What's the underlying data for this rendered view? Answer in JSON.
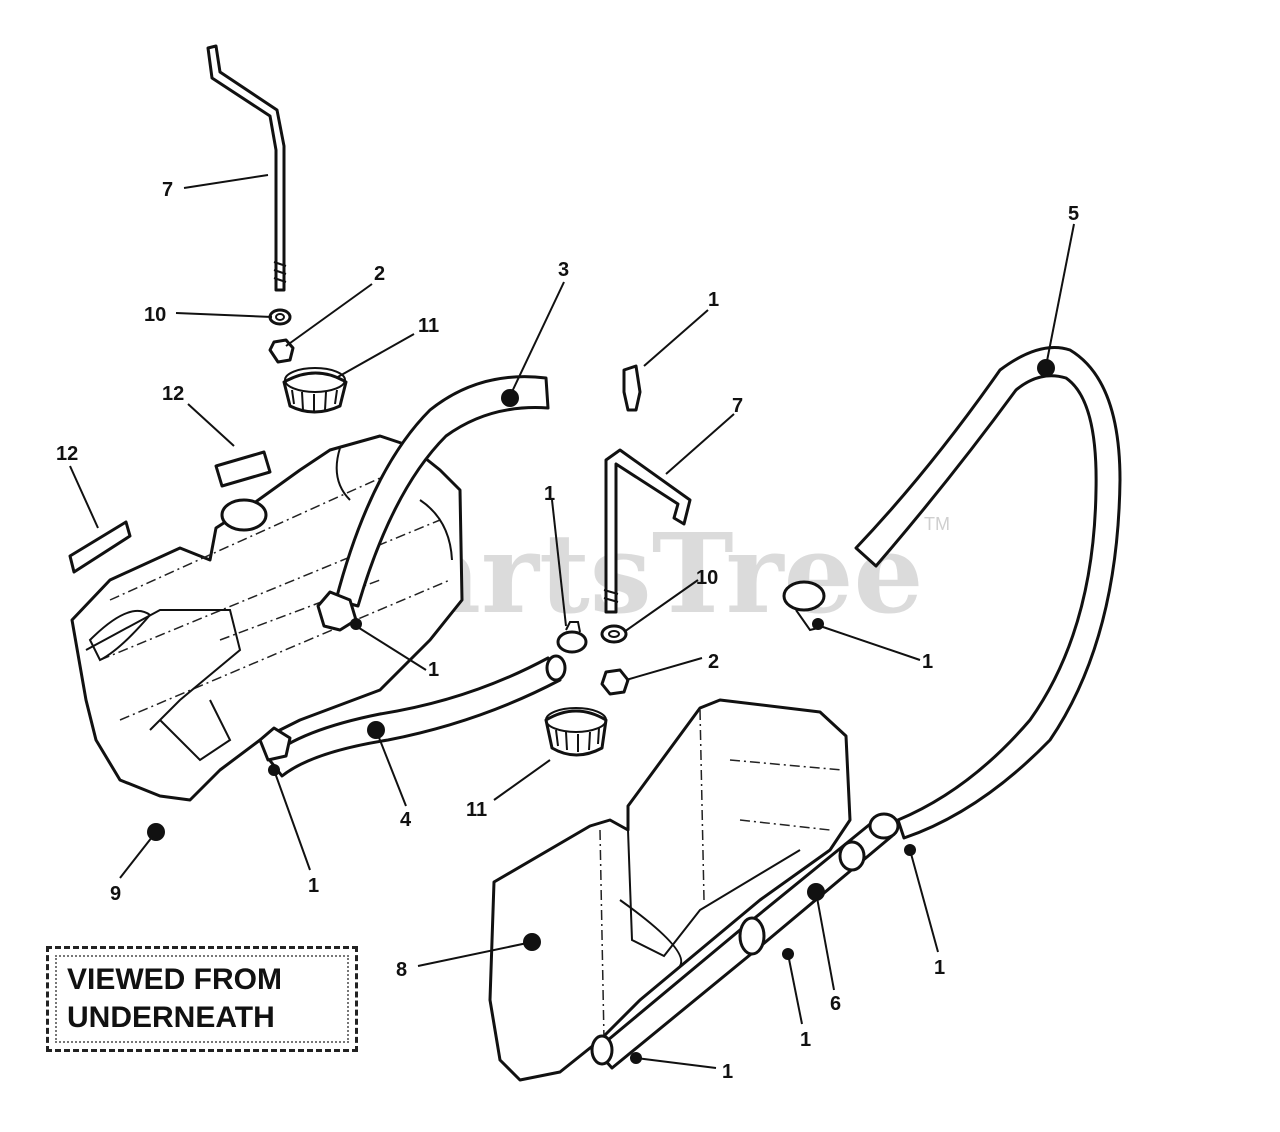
{
  "watermark": {
    "text": "PartsTree",
    "trademark": "TM"
  },
  "view_note": "VIEWED FROM\nUNDERNEATH",
  "callouts": [
    {
      "id": "lbl-7a",
      "text": "7"
    },
    {
      "id": "lbl-10a",
      "text": "10"
    },
    {
      "id": "lbl-2a",
      "text": "2"
    },
    {
      "id": "lbl-11a",
      "text": "11"
    },
    {
      "id": "lbl-12a",
      "text": "12"
    },
    {
      "id": "lbl-12b",
      "text": "12"
    },
    {
      "id": "lbl-3",
      "text": "3"
    },
    {
      "id": "lbl-1a",
      "text": "1"
    },
    {
      "id": "lbl-7b",
      "text": "7"
    },
    {
      "id": "lbl-5",
      "text": "5"
    },
    {
      "id": "lbl-1b",
      "text": "1"
    },
    {
      "id": "lbl-10b",
      "text": "10"
    },
    {
      "id": "lbl-2b",
      "text": "2"
    },
    {
      "id": "lbl-1c",
      "text": "1"
    },
    {
      "id": "lbl-1d",
      "text": "1"
    },
    {
      "id": "lbl-4",
      "text": "4"
    },
    {
      "id": "lbl-11b",
      "text": "11"
    },
    {
      "id": "lbl-9",
      "text": "9"
    },
    {
      "id": "lbl-1e",
      "text": "1"
    },
    {
      "id": "lbl-8",
      "text": "8"
    },
    {
      "id": "lbl-6",
      "text": "6"
    },
    {
      "id": "lbl-1f",
      "text": "1"
    },
    {
      "id": "lbl-1g",
      "text": "1"
    },
    {
      "id": "lbl-1h",
      "text": "1"
    }
  ]
}
